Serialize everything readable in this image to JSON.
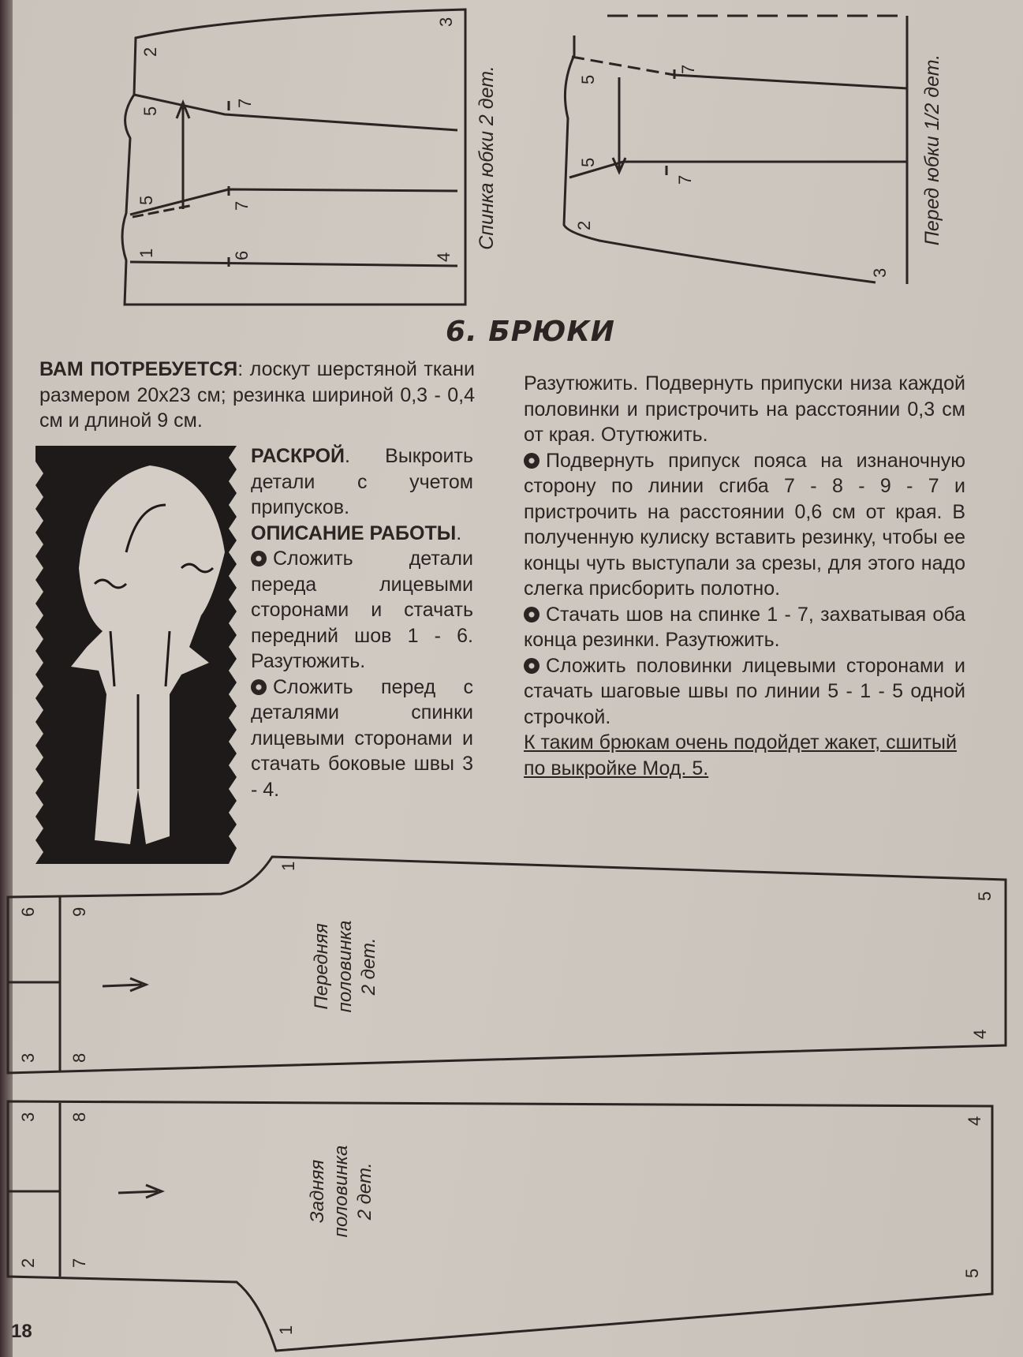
{
  "skirt_back": {
    "label": "Спинка юбки 2 дет.",
    "points": [
      "2",
      "3",
      "5",
      "7",
      "5",
      "7",
      "1",
      "6",
      "4"
    ]
  },
  "skirt_front": {
    "label": "Перед юбки 1/2 дет.",
    "points": [
      "5",
      "7",
      "5",
      "7",
      "2",
      "3"
    ]
  },
  "section_title": "6. БРЮКИ",
  "left_column": {
    "needs_heading": "ВАМ ПОТРЕБУЕТСЯ",
    "needs_text": ": лоскут шерстяной ткани размером 20х23 см; резинка шириной 0,3 - 0,4 см и длиной 9 см.",
    "cut_heading": "РАСКРОЙ",
    "cut_text": ". Выкроить детали с учетом припусков.",
    "work_heading": "ОПИСАНИЕ РАБОТЫ",
    "step1": "Сложить детали переда лицевыми сторонами и стачать передний шов 1 - 6. Разутюжить.",
    "step2": "Сложить перед с деталями спинки лицевыми сторонами и стачать боковые швы 3 - 4."
  },
  "right_column": {
    "cont": "Разутюжить. Подвернуть припуски низа каждой половинки и пристрочить на расстоянии 0,3 см от края. Отутюжить.",
    "step3": "Подвернуть припуск пояса на изнаночную сторону по линии сгиба 7 - 8 - 9 - 7 и пристрочить на расстоянии 0,6 см от края. В полученную кулиску вставить резинку, чтобы ее концы чуть выступали за срезы, для этого надо слегка присборить полотно.",
    "step4": "Стачать шов на спинке 1 - 7, захватывая оба конца резинки. Разутюжить.",
    "step5": "Сложить половинки лицевыми сторонами и стачать шаговые швы по линии 5 - 1 - 5 одной строчкой.",
    "note": "К таким брюкам очень подойдет жакет, сшитый по выкройке Мод. 5."
  },
  "trouser_front": {
    "label1": "Передняя",
    "label2": "половинка",
    "label3": "2 дет.",
    "points": [
      "6",
      "9",
      "3",
      "8",
      "1",
      "5",
      "4"
    ]
  },
  "trouser_back": {
    "label1": "Задняя",
    "label2": "половинка",
    "label3": "2 дет.",
    "points": [
      "3",
      "8",
      "2",
      "7",
      "4",
      "5",
      "1"
    ]
  },
  "page_number": "18"
}
